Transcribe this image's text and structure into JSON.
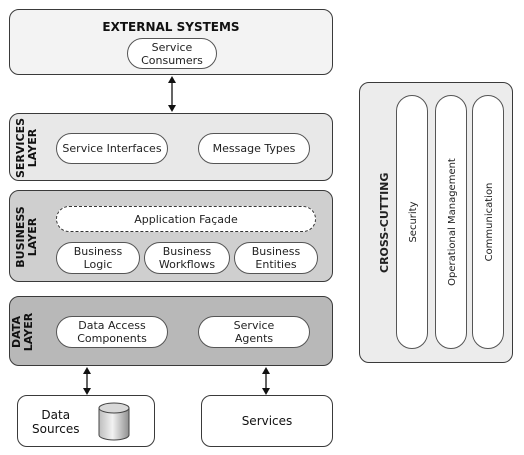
{
  "external": {
    "title": "EXTERNAL SYSTEMS",
    "consumers": "Service\nConsumers"
  },
  "services_layer": {
    "label": "SERVICES\nLAYER",
    "items": [
      "Service Interfaces",
      "Message Types"
    ]
  },
  "business_layer": {
    "label": "BUSINESS\nLAYER",
    "facade": "Application Façade",
    "items": [
      "Business\nLogic",
      "Business\nWorkflows",
      "Business\nEntities"
    ]
  },
  "data_layer": {
    "label": "DATA\nLAYER",
    "items": [
      "Data Access\nComponents",
      "Service\nAgents"
    ]
  },
  "bottom": {
    "data_sources": "Data\nSources",
    "services": "Services"
  },
  "cross_cutting": {
    "title": "CROSS-CUTTING",
    "items": [
      "Security",
      "Operational Management",
      "Communication"
    ]
  }
}
